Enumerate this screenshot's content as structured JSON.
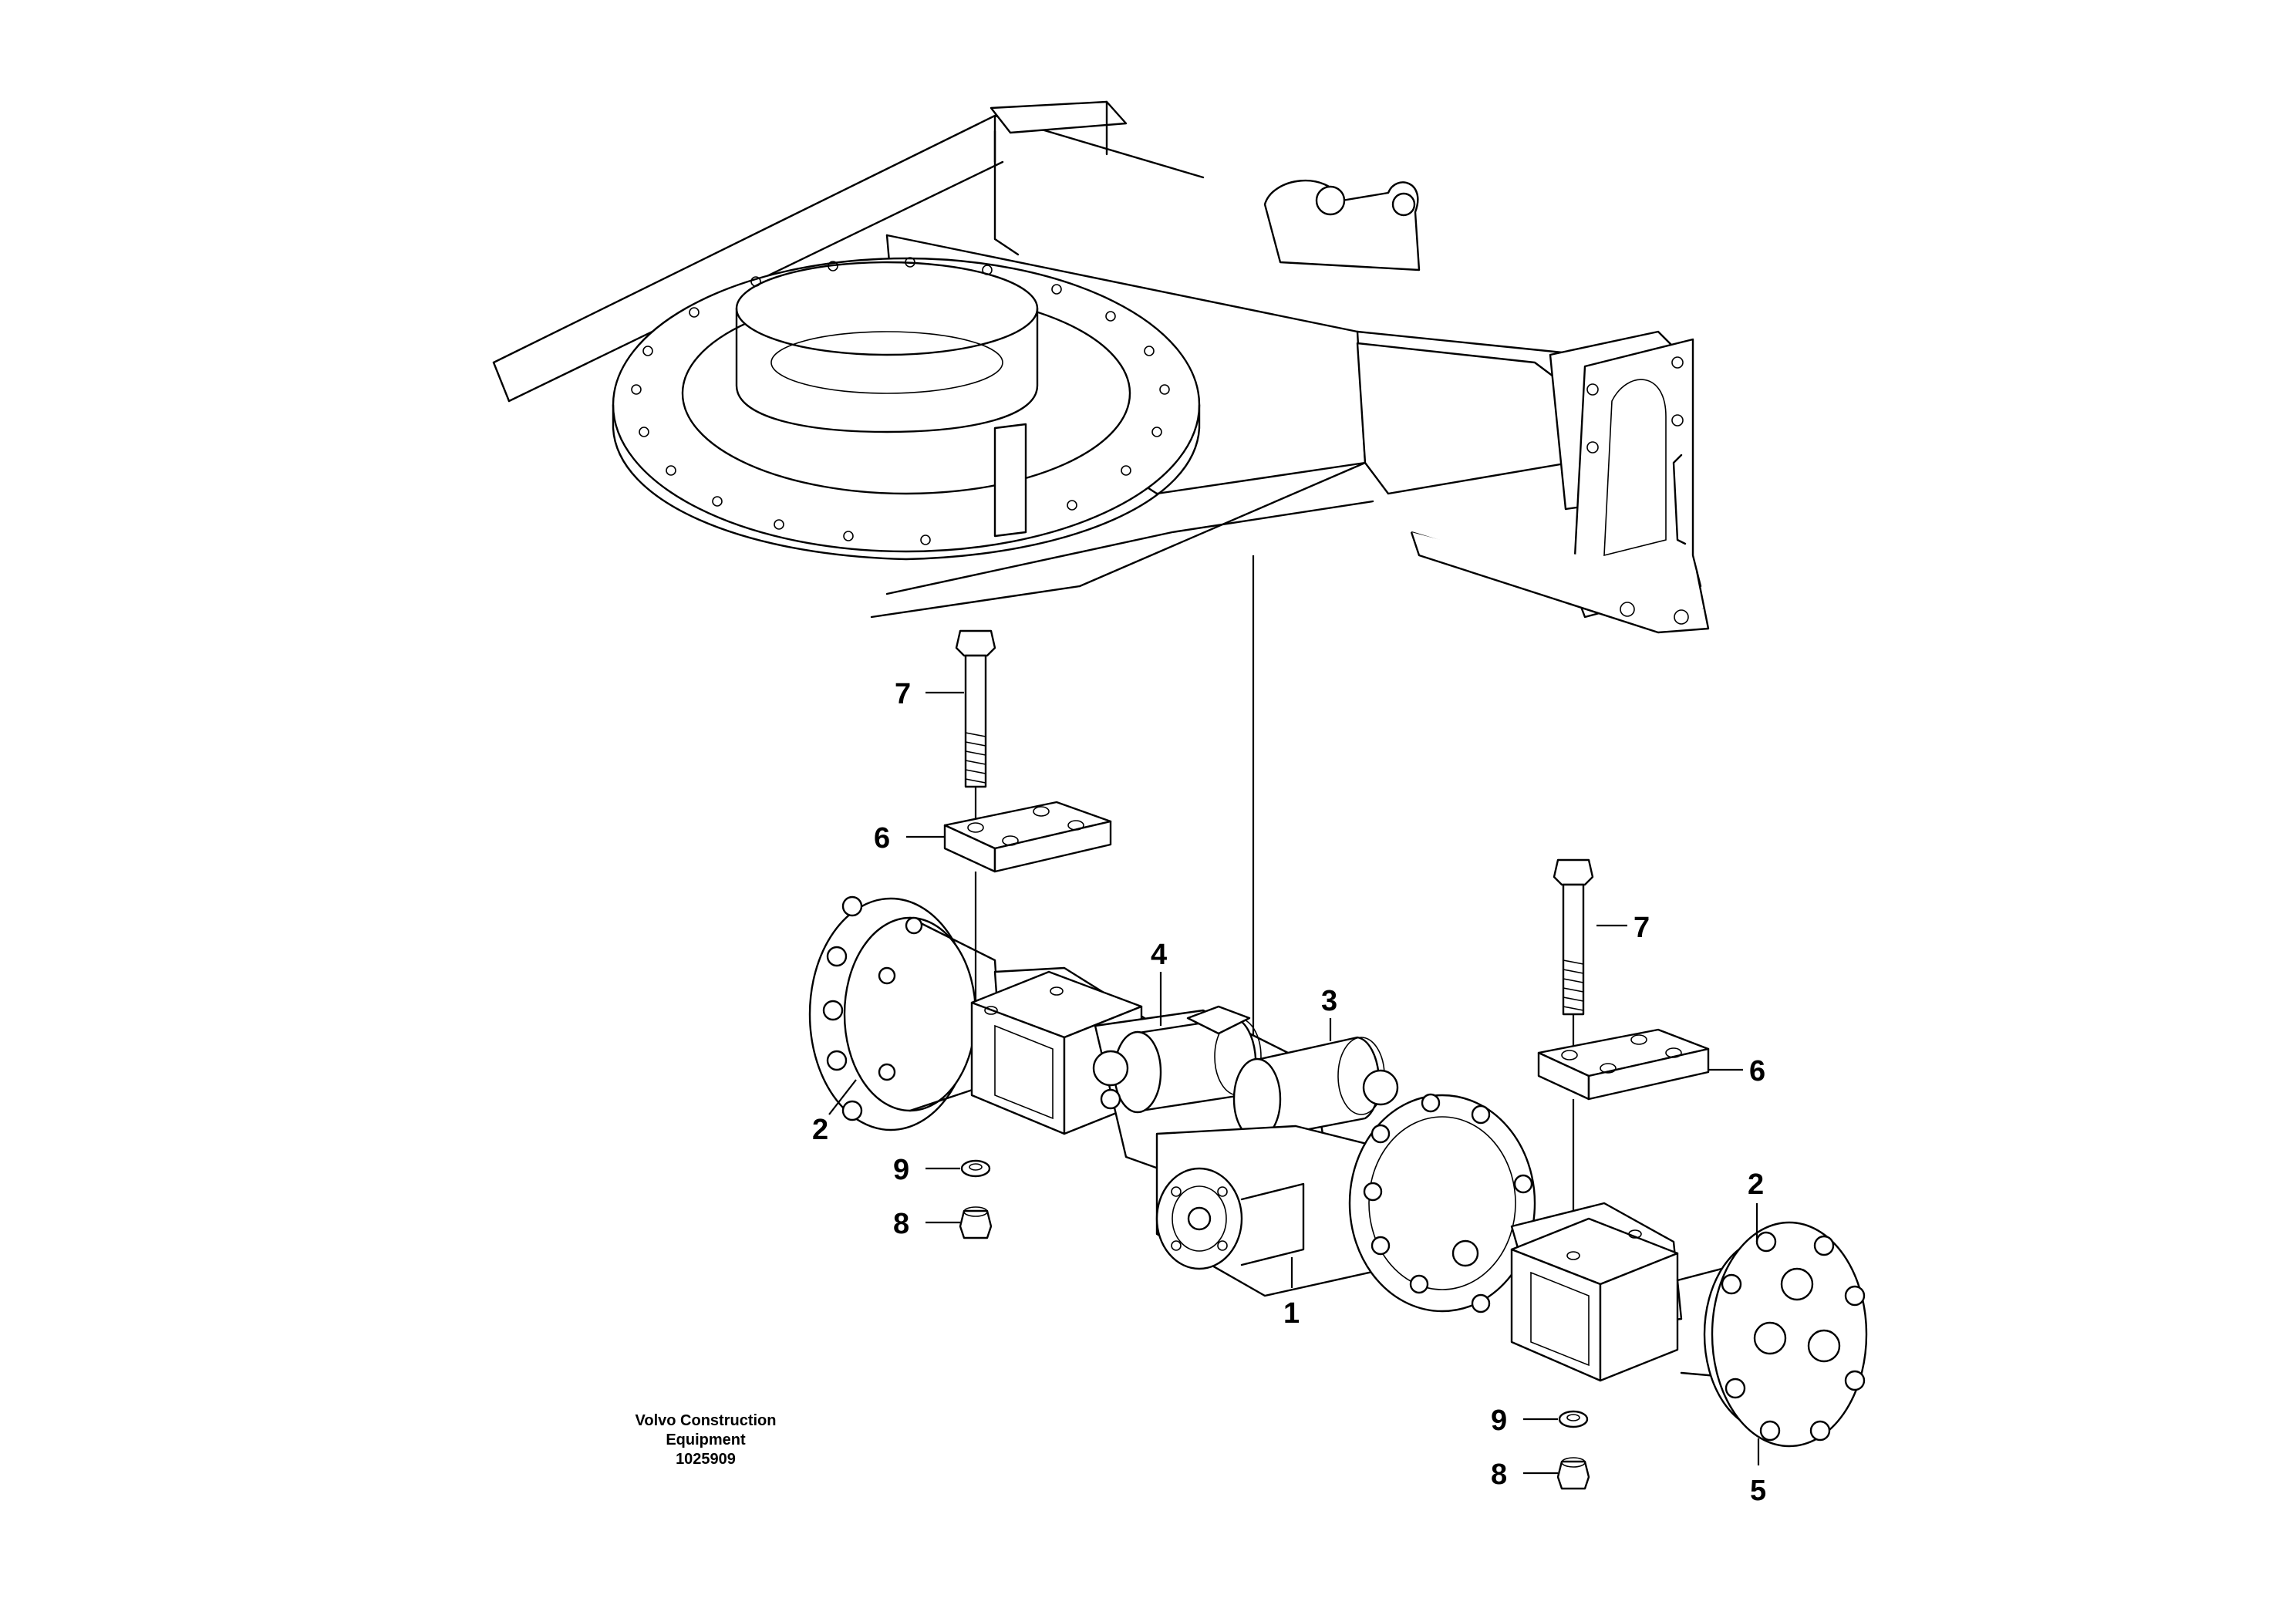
{
  "diagram": {
    "callouts": {
      "c1": "1",
      "c2_left": "2",
      "c2_right": "2",
      "c3": "3",
      "c4": "4",
      "c5": "5",
      "c6_left": "6",
      "c6_right": "6",
      "c7_left": "7",
      "c7_right": "7",
      "c8_left": "8",
      "c8_right": "8",
      "c9_left": "9",
      "c9_right": "9"
    },
    "credit": {
      "line1": "Volvo Construction",
      "line2": "Equipment",
      "line3": "1025909"
    }
  }
}
